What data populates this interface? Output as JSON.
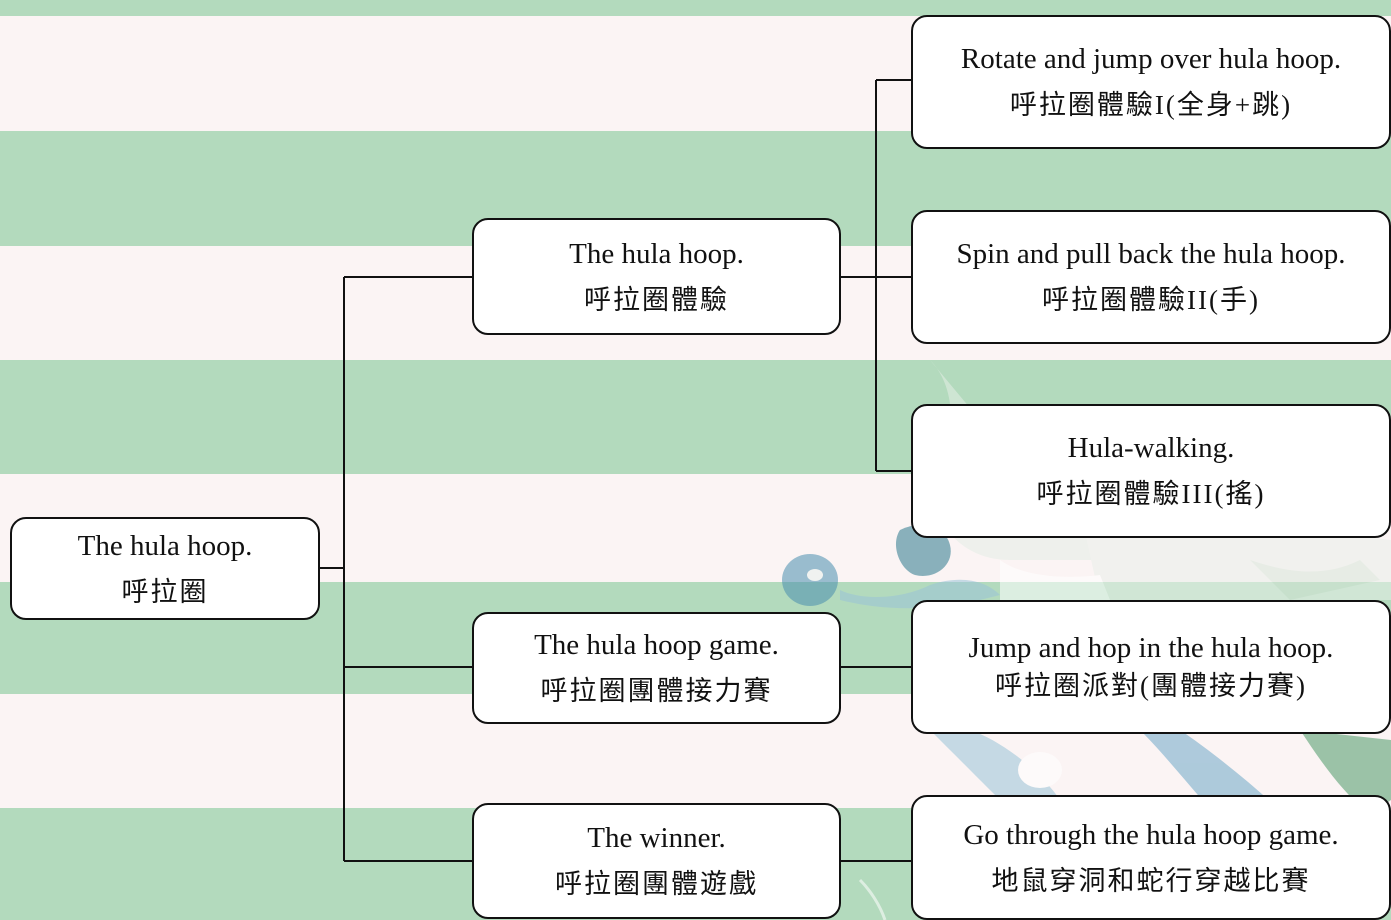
{
  "background": {
    "green": "#b3dabd",
    "pink": "#fbf4f4",
    "line_color": "#111111",
    "box_fill": "#ffffff"
  },
  "diagram": {
    "root": {
      "en": "The hula hoop.",
      "zh": "呼拉圈"
    },
    "level2": [
      {
        "en": "The hula hoop.",
        "zh": "呼拉圈體驗"
      },
      {
        "en": "The hula hoop game.",
        "zh": "呼拉圈團體接力賽"
      },
      {
        "en": "The winner.",
        "zh": "呼拉圈團體遊戲"
      }
    ],
    "level3": [
      {
        "en": "Rotate and jump over hula hoop.",
        "zh": "呼拉圈體驗I(全身+跳)"
      },
      {
        "en": "Spin and pull back the hula hoop.",
        "zh": "呼拉圈體驗II(手)"
      },
      {
        "en": "Hula-walking.",
        "zh": "呼拉圈體驗III(搖)"
      },
      {
        "en": "Jump and hop in the hula hoop.",
        "zh": "呼拉圈派對(團體接力賽)"
      },
      {
        "en": "Go through the hula hoop game.",
        "zh": "地鼠穿洞和蛇行穿越比賽"
      }
    ]
  }
}
